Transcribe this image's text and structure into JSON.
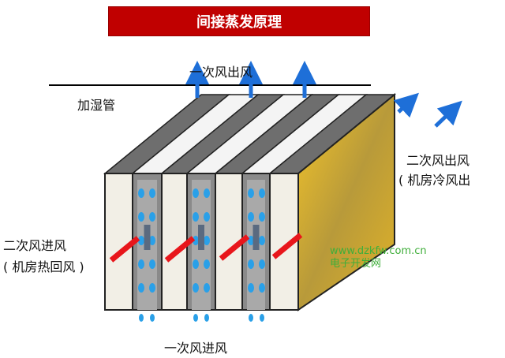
{
  "title": "间接蒸发原理",
  "labels": {
    "primary_out": "一次风出风",
    "humidifier": "加湿管",
    "secondary_out": "二次风出风",
    "secondary_out_note": "( 机房冷风出",
    "secondary_in": "二次风进风",
    "secondary_in_note": "( 机房热回风 )",
    "primary_in": "一次风进风"
  },
  "watermark": {
    "url": "www.dzkfw.com.cn",
    "name": "电子开发网"
  },
  "colors": {
    "title_bg": "#c00000",
    "wet_channel": "#8a8a8a",
    "dry_panel": "#f2efe6",
    "side": "#d8a92a",
    "hot_arrow": "#e8161b",
    "air_arrow": "#1e6fd8",
    "water": "#2aa0e8"
  }
}
